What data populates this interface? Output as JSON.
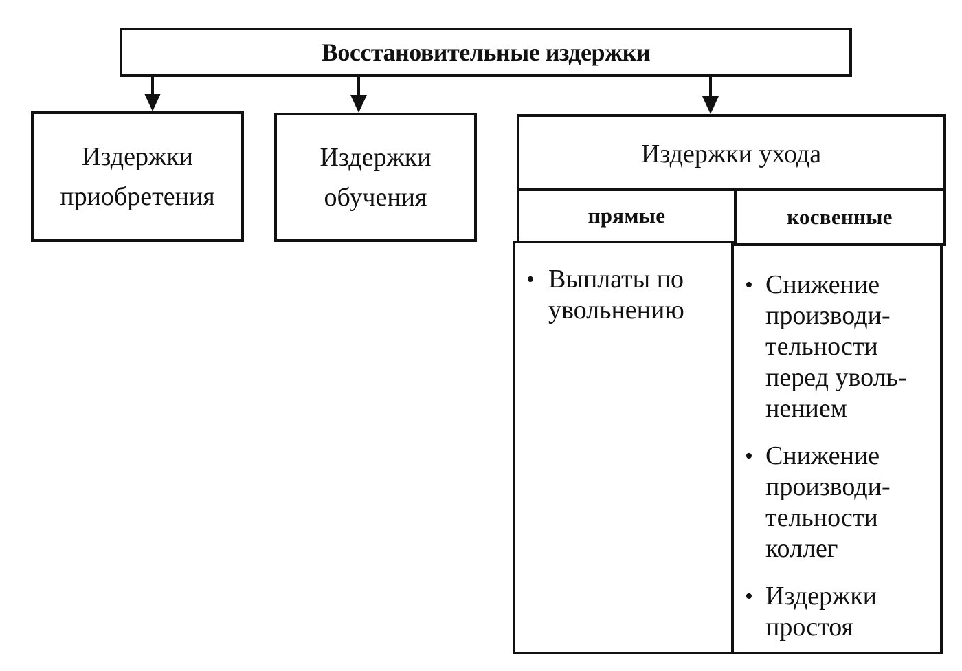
{
  "diagram": {
    "root": {
      "label": "Восстановительные издержки"
    },
    "categories": {
      "acquisition": {
        "line1": "Издержки",
        "line2": "приобретения"
      },
      "training": {
        "line1": "Издержки",
        "line2": "обучения"
      },
      "exit": {
        "label": "Издержки ухода",
        "direct": {
          "header": "прямые",
          "items": [
            [
              "Выплаты по",
              "увольнению"
            ]
          ]
        },
        "indirect": {
          "header": "косвенные",
          "items": [
            [
              "Снижение",
              "производи-",
              "тельности",
              "перед уволь-",
              "нением"
            ],
            [
              "Снижение",
              "производи-",
              "тельности",
              "коллег"
            ],
            [
              "Издержки",
              "простоя"
            ]
          ]
        }
      }
    },
    "colors": {
      "stroke": "#111111",
      "background": "#ffffff"
    }
  }
}
